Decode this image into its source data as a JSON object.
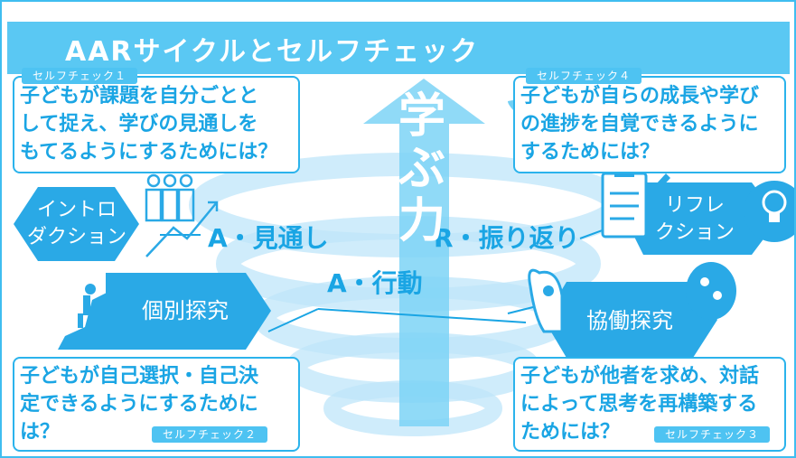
{
  "title": "AARサイクルとセルフチェック",
  "colors": {
    "accent": "#2bb3ec",
    "banner": "#5ac8f3",
    "hex": "#2aa9e6",
    "spiral": "#bfe6fa"
  },
  "center": {
    "vertical_label": [
      "学",
      "ぶ",
      "力"
    ]
  },
  "axes": {
    "a_outlook": "A・見通し",
    "a_action": "A・行動",
    "r_reflection": "R・振り返り"
  },
  "phases": {
    "introduction": "イントロ\nダクション",
    "individual": "個別探究",
    "reflection": "リフレ\nクション",
    "collaborative": "協働探究"
  },
  "checks": {
    "c1": {
      "tag": "セルフチェック１",
      "text": "子どもが課題を自分ごとと\nして捉え、学びの見通しを\nもてるようにするためには？"
    },
    "c2": {
      "tag": "セルフチェック２",
      "text": "子どもが自己選択・自己決\n定できるようにするために\nは？"
    },
    "c3": {
      "tag": "セルフチェック３",
      "text": "子どもが他者を求め、対話\nによって思考を再構築する\nためには？"
    },
    "c4": {
      "tag": "セルフチェック４",
      "text": "子どもが自らの成長や学び\nの進捗を自覚できるように\nするためには？"
    }
  },
  "icons": [
    "people-graph-icon",
    "climber-icon",
    "clipboard-icon",
    "lightbulb-head-icon",
    "puzzle-heads-icon"
  ]
}
